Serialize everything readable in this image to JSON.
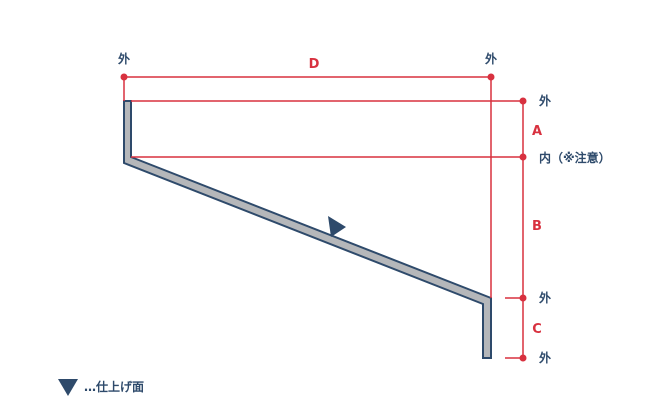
{
  "labels": {
    "outer": "外",
    "inner": "内（※注意）",
    "dim_a": "A",
    "dim_b": "B",
    "dim_c": "C",
    "dim_d": "D"
  },
  "legend": {
    "text": "…仕上げ面"
  },
  "colors": {
    "dimension": "#d8313f",
    "outline": "#2e4a6b",
    "wall_fill": "#b5b7ba"
  },
  "icons": {
    "finish_marker": "triangle-down-icon"
  }
}
